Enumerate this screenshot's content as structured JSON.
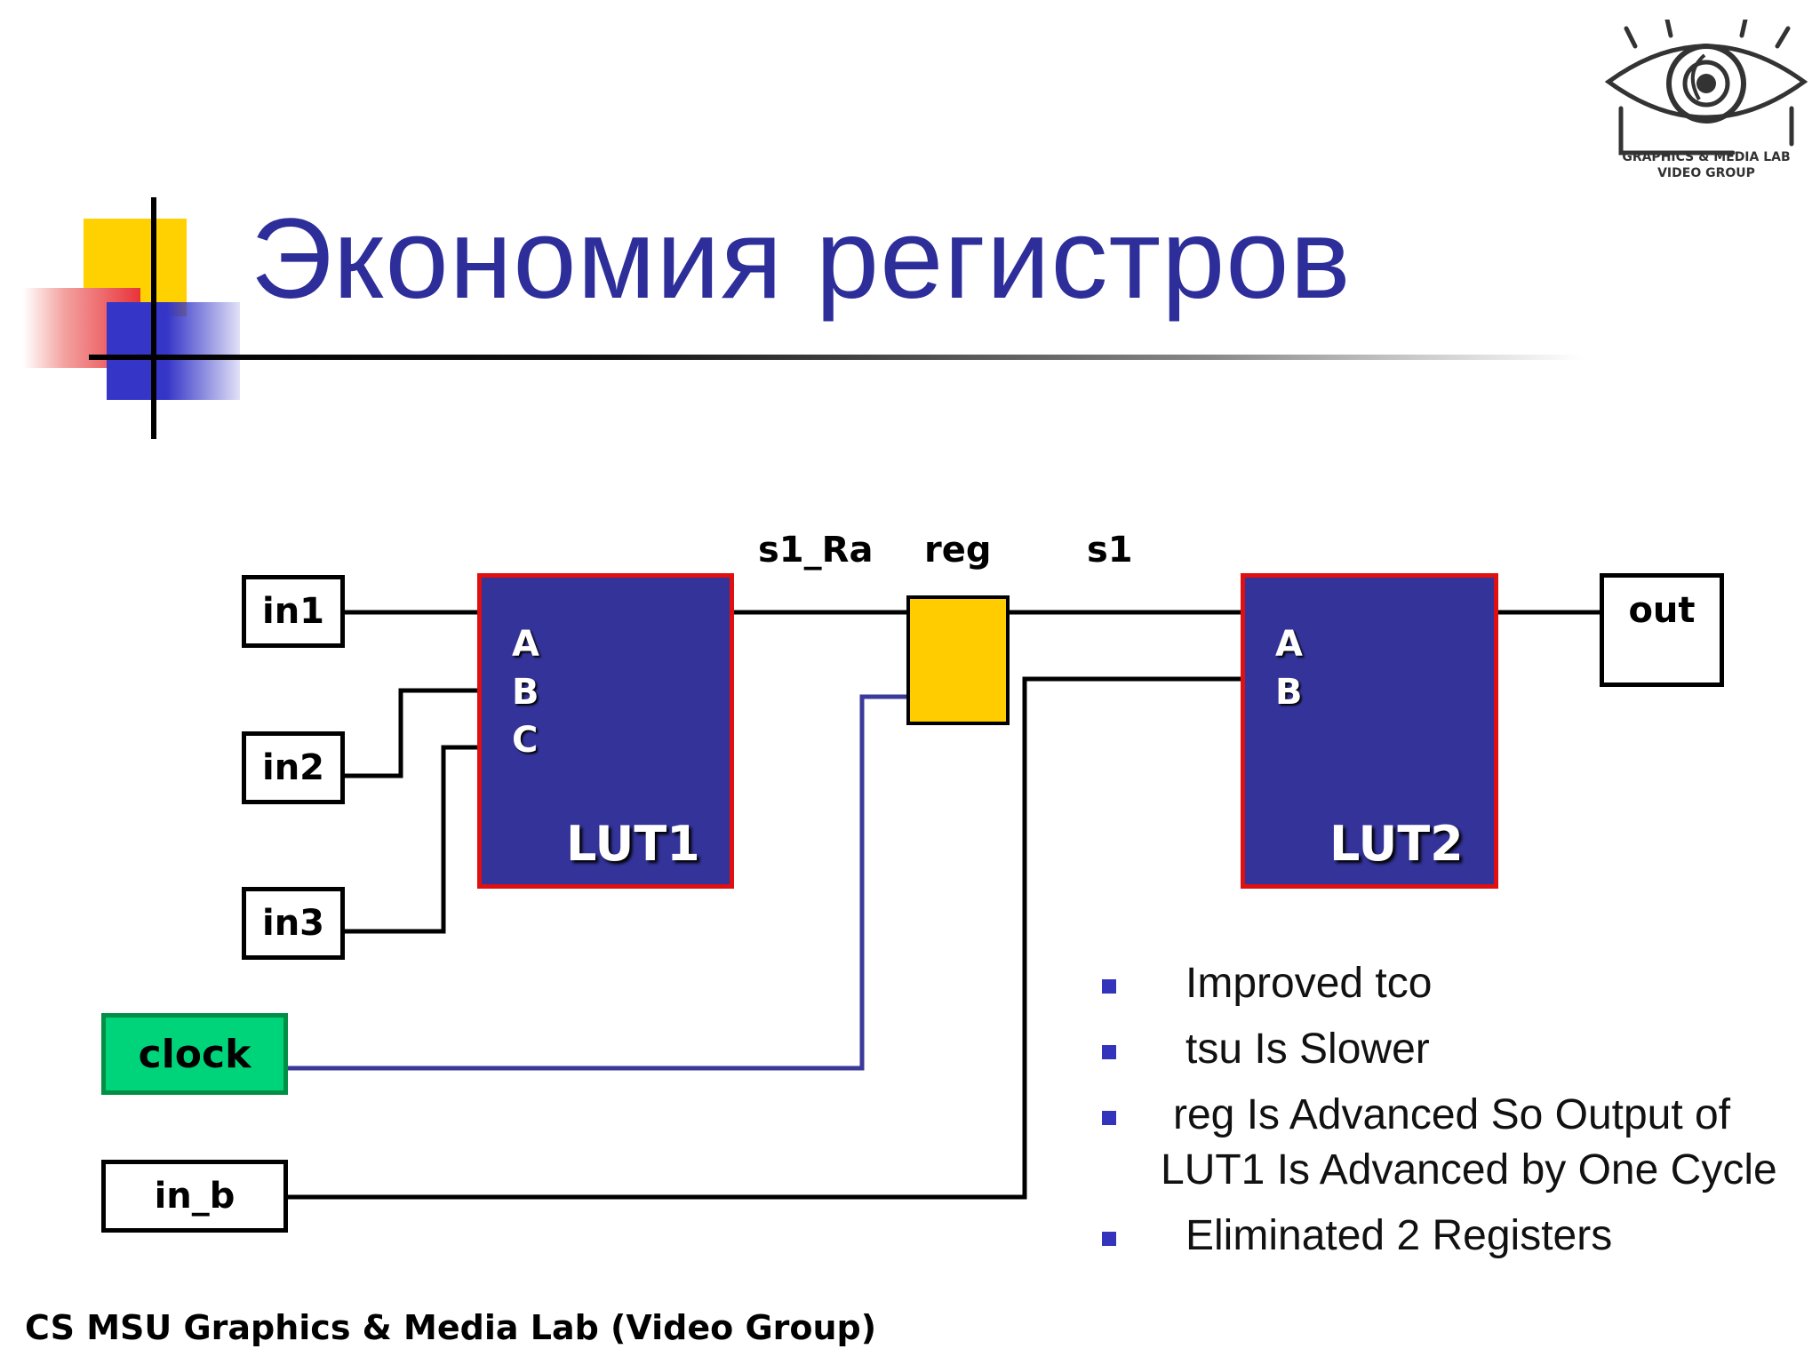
{
  "slide": {
    "title": "Экономия регистров",
    "footer": "CS MSU Graphics & Media Lab (Video Group)",
    "logo_text_line1": "GRAPHICS & MEDIA LAB",
    "logo_text_line2": "VIDEO GROUP"
  },
  "diagram": {
    "inputs": {
      "in1": "in1",
      "in2": "in2",
      "in3": "in3",
      "clock": "clock",
      "in_b": "in_b"
    },
    "output": "out",
    "lut1": {
      "name": "LUT1",
      "pins": [
        "A",
        "B",
        "C"
      ]
    },
    "lut2": {
      "name": "LUT2",
      "pins": [
        "A",
        "B"
      ]
    },
    "signals": {
      "s1_ra": "s1_Ra",
      "reg": "reg",
      "s1": "s1"
    }
  },
  "bullets": [
    "Improved tco",
    "tsu Is Slower",
    "reg Is Advanced So Output of LUT1 Is Advanced by One Cycle",
    "Eliminated 2 Registers"
  ],
  "colors": {
    "title": "#2E2E9A",
    "lut_fill": "#333399",
    "lut_border": "#E01010",
    "reg_fill": "#FFCC00",
    "clock_fill": "#00D47A",
    "clock_wire": "#3A3A9A"
  }
}
